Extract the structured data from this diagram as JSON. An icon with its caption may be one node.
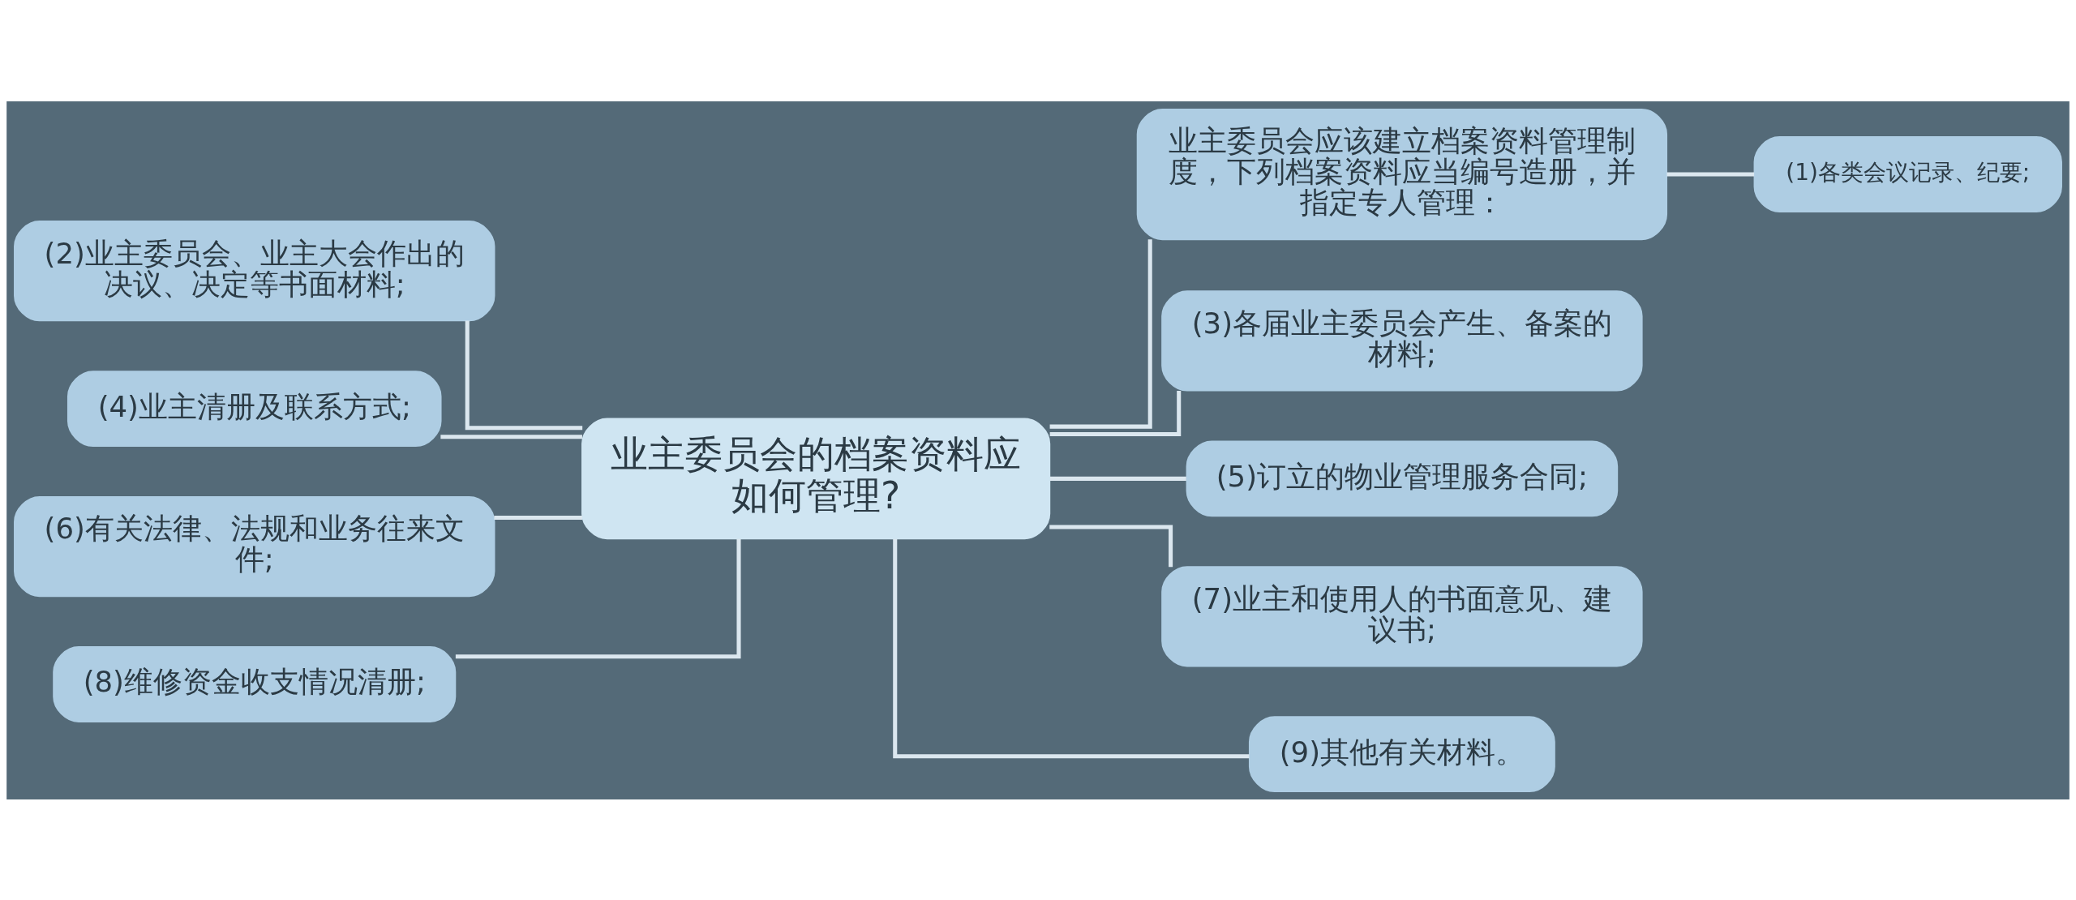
{
  "diagram": {
    "nodes": [
      {
        "text": [
          "业主委员会的档案资料应如何管理?"
        ]
      },
      {
        "text": [
          "(2)业主委员会、业主大会作出的决议、决定等书面材料;"
        ]
      },
      {
        "text": [
          "(4)业主清册及联系方式;"
        ]
      },
      {
        "text": [
          "(6)有关法律、法规和业务往来文件;"
        ]
      },
      {
        "text": [
          "(8)维修资金收支情况清册;"
        ]
      },
      {
        "text": [
          "业主委员会应该建立档案资料管理制度，下列档案资料应当编号造册，并指定专人管理："
        ]
      },
      {
        "text": [
          "(1)各类会议记录、纪要;"
        ]
      },
      {
        "text": [
          "(3)各届业主委员会产生、备案的材料;"
        ]
      },
      {
        "text": [
          "(5)订立的物业管理服务合同;"
        ]
      },
      {
        "text": [
          "(7)业主和使用人的书面意见、建议书;"
        ]
      },
      {
        "text": [
          "(9)其他有关材料。"
        ]
      }
    ],
    "edges": [
      {
        "from": 0,
        "to": 1,
        "arrow": "none"
      },
      {
        "from": 0,
        "to": 2,
        "arrow": "none"
      },
      {
        "from": 0,
        "to": 3,
        "arrow": "none"
      },
      {
        "from": 0,
        "to": 4,
        "arrow": "none"
      },
      {
        "from": 0,
        "to": 5,
        "arrow": "none"
      },
      {
        "from": 5,
        "to": 6,
        "arrow": "none"
      },
      {
        "from": 0,
        "to": 7,
        "arrow": "none"
      },
      {
        "from": 0,
        "to": 8,
        "arrow": "none"
      },
      {
        "from": 0,
        "to": 9,
        "arrow": "none"
      },
      {
        "from": 0,
        "to": 10,
        "arrow": "none"
      }
    ]
  }
}
